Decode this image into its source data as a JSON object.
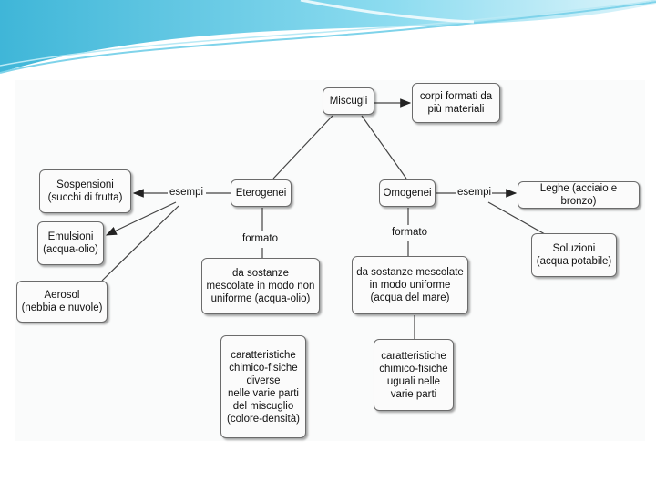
{
  "nodes": {
    "miscugli": "Miscugli",
    "corpi": "corpi formati da\npiù materiali",
    "eterogenei": "Eterogenei",
    "omogenei": "Omogenei",
    "sospensioni": "Sospensioni\n(succhi di frutta)",
    "emulsioni": "Emulsioni\n(acqua-olio)",
    "aerosol": "Aerosol\n(nebbia e nuvole)",
    "leghe": "Leghe (acciaio e bronzo)",
    "soluzioni": "Soluzioni\n(acqua potabile)",
    "sostanze_non_uniforme": "da sostanze\nmescolate in modo non\nuniforme (acqua-olio)",
    "sostanze_uniforme": "da sostanze mescolate\nin modo uniforme\n(acqua del mare)",
    "caratteristiche_diverse": "caratteristiche\nchimico-fisiche\ndiverse\nnelle varie parti\ndel miscuglio\n(colore-densità)",
    "caratteristiche_uguali": "caratteristiche\nchimico-fisiche\nuguali nelle\nvarie parti"
  },
  "labels": {
    "esempi_left": "esempi",
    "esempi_right": "esempi",
    "formato_left": "formato",
    "formato_right": "formato"
  },
  "colors": {
    "header_teal": "#5cc7e0",
    "box_border": "#6b6b6b",
    "line": "#444444"
  }
}
